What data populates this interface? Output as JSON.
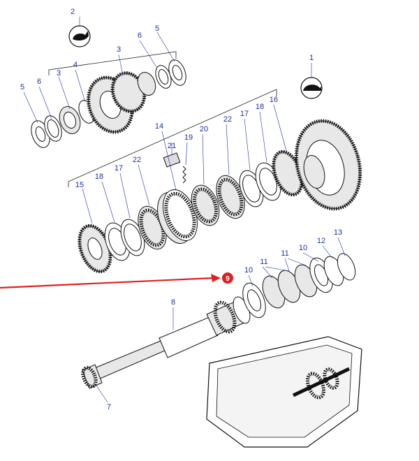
{
  "labels": {
    "n1": "1",
    "n2": "2",
    "n3a": "3",
    "n3b": "3",
    "n4": "4",
    "n5a": "5",
    "n5b": "5",
    "n6a": "6",
    "n6b": "6",
    "n7": "7",
    "n8": "8",
    "n9": "9",
    "n10a": "10",
    "n10b": "10",
    "n11a": "11",
    "n11b": "11",
    "n12": "12",
    "n13": "13",
    "n14": "14",
    "n15": "15",
    "n16": "16",
    "n17a": "17",
    "n17b": "17",
    "n18a": "18",
    "n18b": "18",
    "n19": "19",
    "n20": "20",
    "n21": "21",
    "n22a": "22",
    "n22b": "22"
  },
  "icons": {
    "top_symbol": "hare-icon",
    "right_symbol": "turtle-icon"
  },
  "colors": {
    "label": "#1b2fa8",
    "highlight": "#e02020",
    "arrow": "#e02020"
  }
}
